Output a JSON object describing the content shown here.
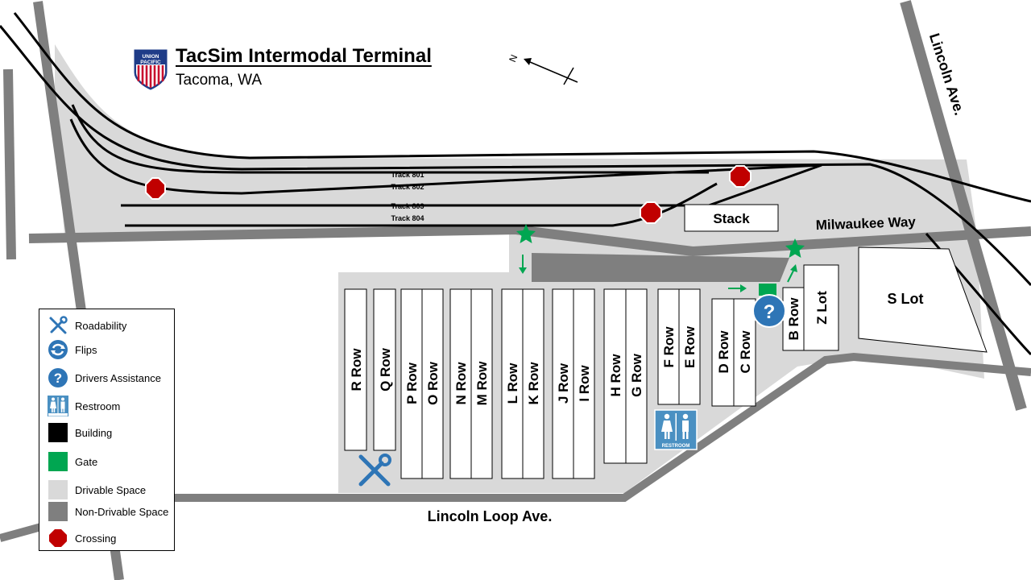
{
  "title": "TacSim Intermodal Terminal",
  "subtitle": "Tacoma, WA",
  "logo": {
    "top_text": "UNION",
    "bottom_text": "PACIFIC"
  },
  "north_label": "N",
  "streets": {
    "lincoln_ave": "Lincoln Ave.",
    "milwaukee_way": "Milwaukee Way",
    "lincoln_loop": "Lincoln Loop Ave."
  },
  "tracks": [
    "Track 801",
    "Track 802",
    "Track 803",
    "Track 804"
  ],
  "areas": {
    "stack": "Stack",
    "s_lot": "S Lot",
    "z_lot": "Z Lot"
  },
  "rows": [
    "R Row",
    "Q Row",
    "P Row",
    "O Row",
    "N Row",
    "M Row",
    "L Row",
    "K Row",
    "J Row",
    "I Row",
    "H Row",
    "G Row",
    "F Row",
    "E Row",
    "D Row",
    "C Row",
    "B Row"
  ],
  "restroom_text": "RESTROOM",
  "legend": {
    "items": [
      {
        "icon": "wrench-screwdriver-icon",
        "label": "Roadability"
      },
      {
        "icon": "flip-arrows-icon",
        "label": "Flips"
      },
      {
        "icon": "question-icon",
        "label": "Drivers Assistance"
      },
      {
        "icon": "restroom-icon",
        "label": "Restroom"
      },
      {
        "icon": "building-swatch",
        "label": "Building"
      },
      {
        "icon": "gate-swatch",
        "label": "Gate"
      },
      {
        "icon": "drivable-swatch",
        "label": "Drivable Space"
      },
      {
        "icon": "non-drivable-swatch",
        "label": "Non-Drivable Space"
      },
      {
        "icon": "crossing-icon",
        "label": "Crossing"
      }
    ]
  },
  "colors": {
    "drivable": "#d9d9d9",
    "non_drivable": "#7f7f7f",
    "gate": "#00a651",
    "crossing": "#c00000",
    "assistance": "#2e75b6",
    "restroom": "#4a90c2",
    "building": "#000000"
  }
}
